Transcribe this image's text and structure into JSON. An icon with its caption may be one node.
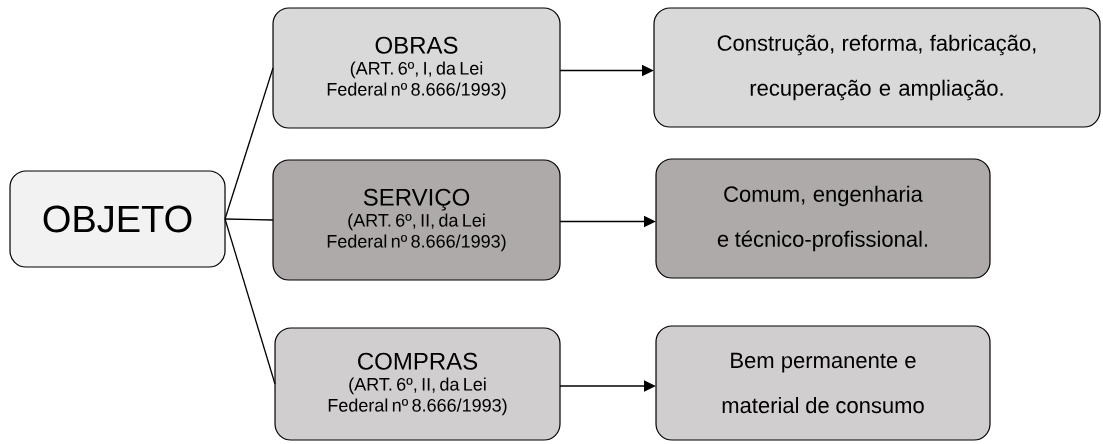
{
  "diagram": {
    "nodes": [
      {
        "text": [
          "OBJETO"
        ]
      },
      {
        "text": [
          "OBRAS",
          "(ART. 6º, I, da Lei Federal nº 8.666/1993)"
        ]
      },
      {
        "text": [
          "SERVIÇO",
          "(ART. 6º, II, da Lei Federal nº 8.666/1993)"
        ]
      },
      {
        "text": [
          "COMPRAS",
          "(ART. 6º, II, da Lei Federal nº 8.666/1993)"
        ]
      },
      {
        "text": [
          "Construção, reforma, fabricação, recuperação e ampliação."
        ]
      },
      {
        "text": [
          "Comum, engenharia e técnico-profissional."
        ]
      },
      {
        "text": [
          "Bem permanente e material de consumo"
        ]
      }
    ],
    "edges": [
      {
        "from": 0,
        "to": 1,
        "arrow": "none"
      },
      {
        "from": 0,
        "to": 2,
        "arrow": "none"
      },
      {
        "from": 0,
        "to": 3,
        "arrow": "none"
      },
      {
        "from": 1,
        "to": 4,
        "arrow": "to"
      },
      {
        "from": 2,
        "to": 5,
        "arrow": "to"
      },
      {
        "from": 3,
        "to": 6,
        "arrow": "to"
      }
    ]
  }
}
